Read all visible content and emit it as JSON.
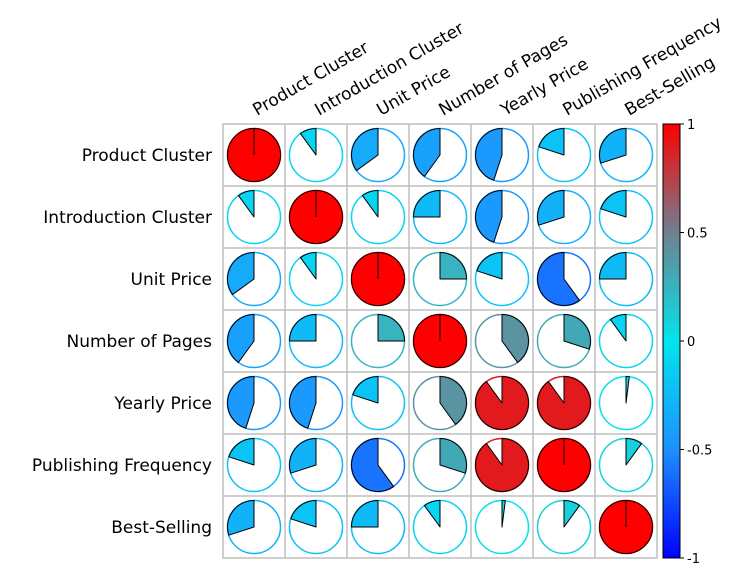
{
  "chart_data": {
    "type": "heatmap",
    "style": "pie correlation matrix",
    "variables": [
      "Product Cluster",
      "Introduction Cluster",
      "Unit Price",
      "Number of Pages",
      "Yearly Price",
      "Publishing Frequency",
      "Best-Selling"
    ],
    "matrix": [
      [
        1.0,
        -0.1,
        -0.35,
        -0.4,
        -0.45,
        -0.2,
        -0.3
      ],
      [
        -0.1,
        1.0,
        -0.1,
        -0.25,
        -0.45,
        -0.3,
        -0.2
      ],
      [
        -0.35,
        -0.1,
        1.0,
        0.25,
        -0.2,
        -0.6,
        -0.25
      ],
      [
        -0.4,
        -0.25,
        0.25,
        1.0,
        0.4,
        0.3,
        -0.1
      ],
      [
        -0.45,
        -0.45,
        -0.2,
        0.4,
        0.9,
        0.9,
        0.02
      ],
      [
        -0.2,
        -0.3,
        -0.6,
        0.3,
        0.9,
        1.0,
        0.1
      ],
      [
        -0.3,
        -0.2,
        -0.25,
        -0.1,
        0.02,
        0.1,
        1.0
      ]
    ],
    "colorbar": {
      "range": [
        -1,
        1
      ],
      "ticks": [
        "1",
        "0.5",
        "0",
        "-0.5",
        "-1"
      ]
    },
    "colors": {
      "neg_strong": "#0000ff",
      "neg_mid": "#1e90ff",
      "zero": "#00e5ee",
      "pos_mid": "#708090",
      "pos_strong": "#ff0000"
    }
  }
}
